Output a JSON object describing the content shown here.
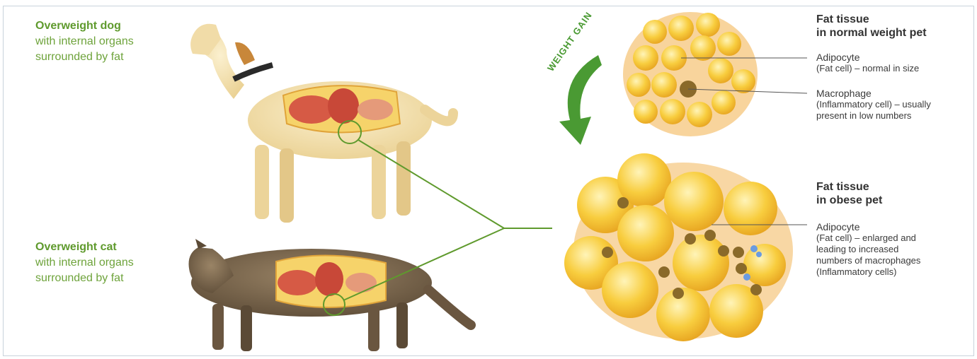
{
  "dog": {
    "title": "Overweight dog",
    "line1": "with internal organs",
    "line2": "surrounded by fat"
  },
  "cat": {
    "title": "Overweight cat",
    "line1": "with internal organs",
    "line2": "surrounded by fat"
  },
  "arrow": {
    "label": "WEIGHT GAIN"
  },
  "normal": {
    "heading_line1": "Fat tissue",
    "heading_line2": "in normal weight pet",
    "adipocyte_title": "Adipocyte",
    "adipocyte_desc": "(Fat cell) – normal in size",
    "macrophage_title": "Macrophage",
    "macrophage_desc1": "(Inflammatory cell) – usually",
    "macrophage_desc2": "present in low numbers"
  },
  "obese": {
    "heading_line1": "Fat tissue",
    "heading_line2": "in obese pet",
    "adipocyte_title": "Adipocyte",
    "adipocyte_desc1": "(Fat cell) – enlarged and",
    "adipocyte_desc2": "leading to increased",
    "adipocyte_desc3": "numbers of macrophages",
    "adipocyte_desc4": "(Inflammatory cells)"
  },
  "colors": {
    "accent_green": "#5f9a2d",
    "fat_yellow": "#f7c93a",
    "tissue_orange": "#e8913a",
    "macrophage": "#8a6a2a"
  }
}
